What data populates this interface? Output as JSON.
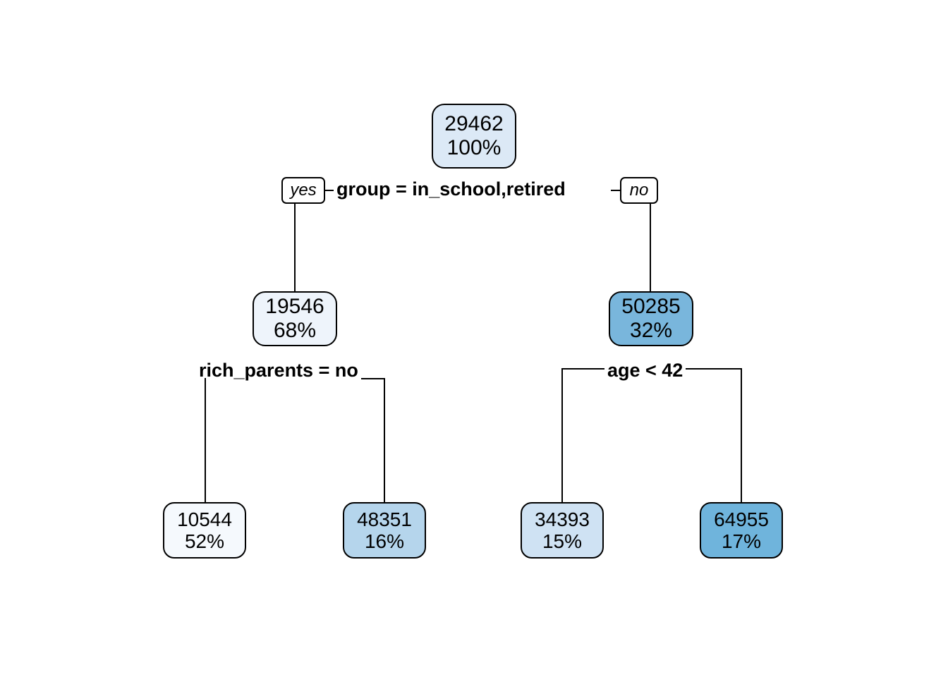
{
  "chart_data": {
    "type": "tree",
    "title": "",
    "description": "Regression decision tree (rpart style) with node value and percentage of observations",
    "node_fill_colors": {
      "lightest": "#eef4fb",
      "root": "#dce9f6",
      "light": "#cfe2f3",
      "medium": "#b5d5ec",
      "dark": "#79b6dc"
    },
    "nodes": [
      {
        "id": "root",
        "value": "29462",
        "percent": "100%",
        "fill": "#dce9f6"
      },
      {
        "id": "n2",
        "value": "19546",
        "percent": "68%",
        "fill": "#eef4fb"
      },
      {
        "id": "n3",
        "value": "50285",
        "percent": "32%",
        "fill": "#79b6dc"
      },
      {
        "id": "leaf1",
        "value": "10544",
        "percent": "52%",
        "fill": "#f5f9fd"
      },
      {
        "id": "leaf2",
        "value": "48351",
        "percent": "16%",
        "fill": "#b5d5ec"
      },
      {
        "id": "leaf3",
        "value": "34393",
        "percent": "15%",
        "fill": "#cfe2f3"
      },
      {
        "id": "leaf4",
        "value": "64955",
        "percent": "17%",
        "fill": "#6fb4dc"
      }
    ],
    "splits": [
      {
        "id": "split-root",
        "label": "group = in_school,retired",
        "yes_label": "yes",
        "no_label": "no"
      },
      {
        "id": "split-left",
        "label": "rich_parents = no"
      },
      {
        "id": "split-right",
        "label": "age < 42"
      }
    ]
  },
  "tree": {
    "root": {
      "value": "29462",
      "percent": "100%"
    },
    "branch_left": {
      "value": "19546",
      "percent": "68%"
    },
    "branch_right": {
      "value": "50285",
      "percent": "32%"
    },
    "leaf_1": {
      "value": "10544",
      "percent": "52%"
    },
    "leaf_2": {
      "value": "48351",
      "percent": "16%"
    },
    "leaf_3": {
      "value": "34393",
      "percent": "15%"
    },
    "leaf_4": {
      "value": "64955",
      "percent": "17%"
    },
    "split_root": "group = in_school,retired",
    "split_left": "rich_parents = no",
    "split_right": "age < 42",
    "answer_yes": "yes",
    "answer_no": "no"
  }
}
